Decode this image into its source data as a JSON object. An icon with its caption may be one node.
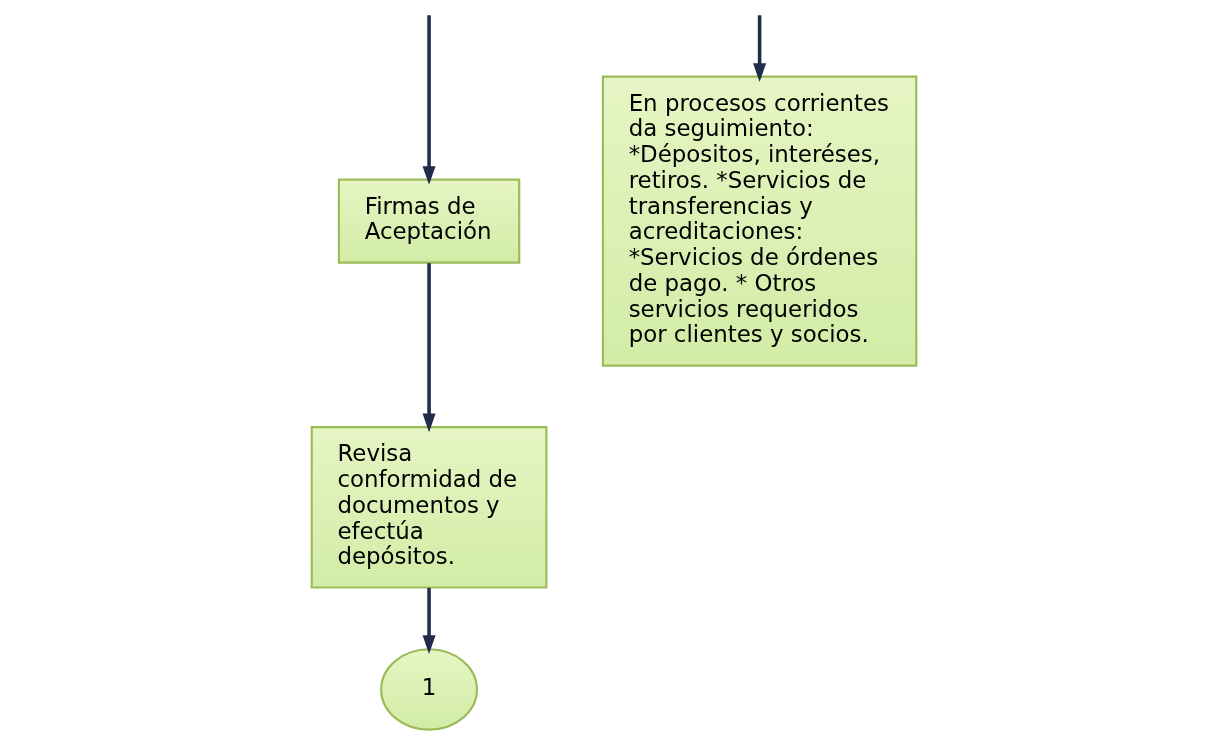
{
  "diagram": {
    "nodes": [
      {
        "text": [
          "Firmas de Aceptación"
        ]
      },
      {
        "text": [
          "Revisa conformidad de documentos y efectúa depósitos."
        ]
      },
      {
        "text": [
          "1"
        ]
      },
      {
        "text": [
          "En procesos corrientes da seguimiento: *Dépositos, interéses, retiros. *Servicios de transferencias y acreditaciones: *Servicios de órdenes de pago. * Otros servicios requeridos por clientes y socios."
        ]
      }
    ],
    "edges": [
      {
        "from": null,
        "to": 0,
        "arrow": "to"
      },
      {
        "from": 0,
        "to": 1,
        "arrow": "to"
      },
      {
        "from": 1,
        "to": 2,
        "arrow": "to"
      },
      {
        "from": null,
        "to": 3,
        "arrow": "to"
      }
    ]
  }
}
